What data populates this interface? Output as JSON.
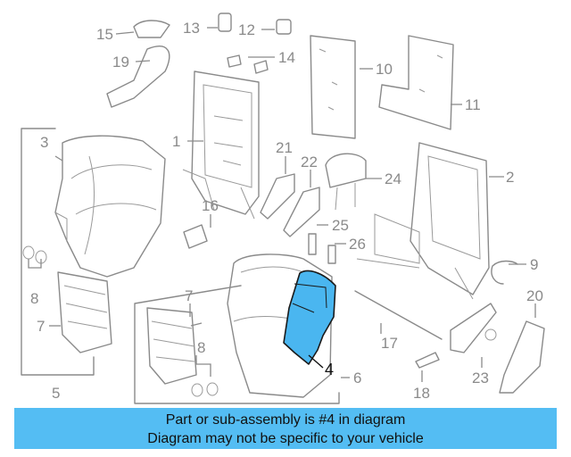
{
  "callouts": {
    "c1": "1",
    "c2": "2",
    "c3": "3",
    "c4": "4",
    "c5": "5",
    "c6": "6",
    "c7a": "7",
    "c7b": "7",
    "c8a": "8",
    "c8b": "8",
    "c9": "9",
    "c10": "10",
    "c11": "11",
    "c12": "12",
    "c13": "13",
    "c14": "14",
    "c15": "15",
    "c16": "16",
    "c17": "17",
    "c18": "18",
    "c19": "19",
    "c20": "20",
    "c21": "21",
    "c22": "22",
    "c23": "23",
    "c24": "24",
    "c25": "25",
    "c26": "26"
  },
  "banner": {
    "line1": "Part or sub-assembly is #4 in diagram",
    "line2": "Diagram may not be specific to your vehicle"
  },
  "colors": {
    "highlight": "#4ab6f0",
    "banner": "#54bdf3",
    "line": "#8a8a8a"
  }
}
